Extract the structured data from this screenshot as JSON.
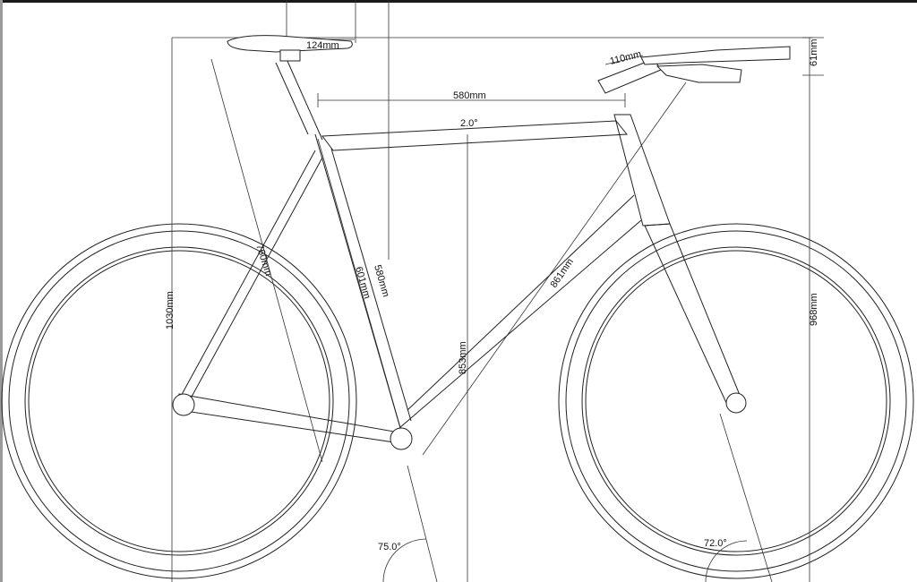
{
  "dimensions": {
    "seatpost_setback": "124mm",
    "stem_length": "110mm",
    "stack_spacer": "61mm",
    "effective_top_tube": "580mm",
    "top_tube_angle": "2.0°",
    "saddle_to_wheel": "760mm",
    "seat_tube_length": "601mm",
    "seat_tube_c_t": "580mm",
    "saddle_to_bar": "861mm",
    "stack_height": "853mm",
    "total_height": "1030mm",
    "bar_height": "968mm",
    "seat_angle": "75.0°",
    "head_angle": "72.0°"
  },
  "colors": {
    "line": "#222222",
    "background": "#ffffff"
  }
}
